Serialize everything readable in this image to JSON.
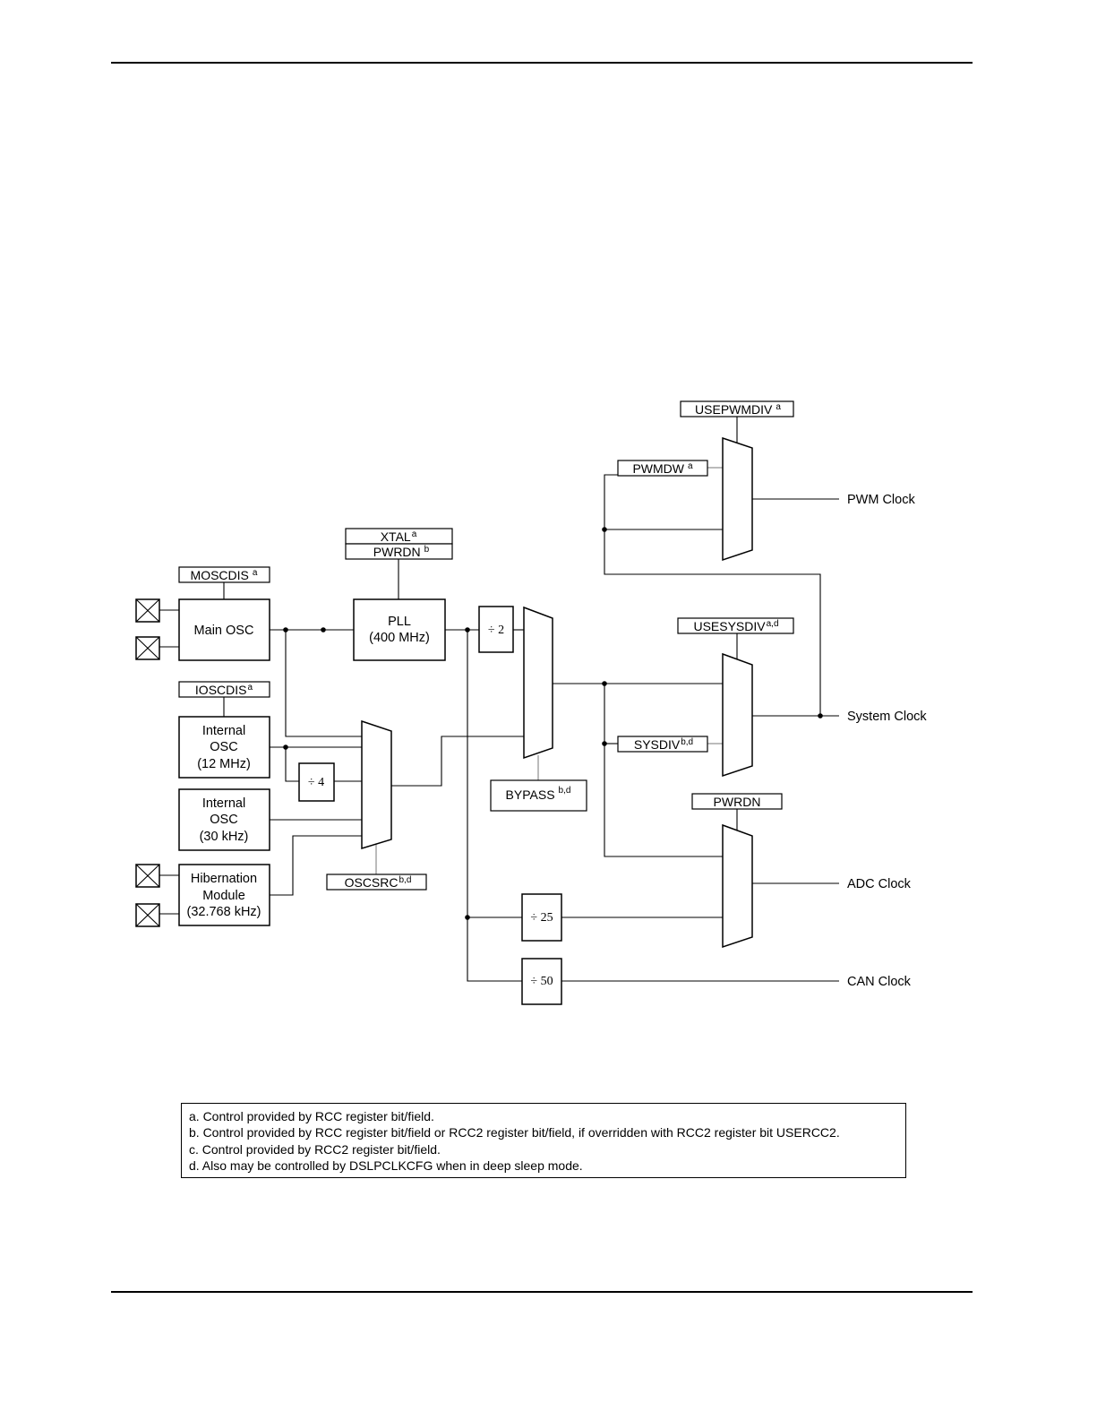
{
  "blocks": {
    "main_osc": "Main OSC",
    "pll": [
      "PLL",
      "(400 MHz)"
    ],
    "internal_osc_12": [
      "Internal",
      "OSC",
      "(12 MHz)"
    ],
    "internal_osc_30": [
      "Internal",
      "OSC",
      "(30 kHz)"
    ],
    "hibernation": [
      "Hibernation",
      "Module",
      "(32.768 kHz)"
    ]
  },
  "dividers": {
    "div2": "÷ 2",
    "div4": "÷ 4",
    "div25": "÷ 25",
    "div50": "÷ 50"
  },
  "controls": {
    "moscdis": {
      "name": "MOSCDIS",
      "sup": "a"
    },
    "xtal": {
      "name": "XTAL",
      "sup": "a"
    },
    "pwrdn_pll": {
      "name": "PWRDN",
      "sup": "b"
    },
    "ioscdis": {
      "name": "IOSCDIS",
      "sup": "a"
    },
    "oscsrc": {
      "name": "OSCSRC",
      "sup": "b,d"
    },
    "bypass": {
      "name": "BYPASS",
      "sup": "b,d"
    },
    "usepwmdiv": {
      "name": "USEPWMDIV",
      "sup": "a"
    },
    "pwmdw": {
      "name": "PWMDW",
      "sup": "a"
    },
    "usesysdiv": {
      "name": "USESYSDIV",
      "sup": "a,d"
    },
    "sysdiv": {
      "name": "SYSDIV",
      "sup": "b,d"
    },
    "pwrdn_adc": {
      "name": "PWRDN",
      "sup": ""
    }
  },
  "outputs": {
    "pwm": "PWM Clock",
    "system": "System Clock",
    "adc": "ADC Clock",
    "can": "CAN Clock"
  },
  "notes": [
    "a. Control provided by RCC register bit/field.",
    "b. Control provided by RCC register bit/field or RCC2 register bit/field, if overridden with RCC2 register bit USERCC2.",
    "c. Control provided by RCC2 register bit/field.",
    "d. Also may be controlled by DSLPCLKCFG when in deep sleep mode."
  ]
}
